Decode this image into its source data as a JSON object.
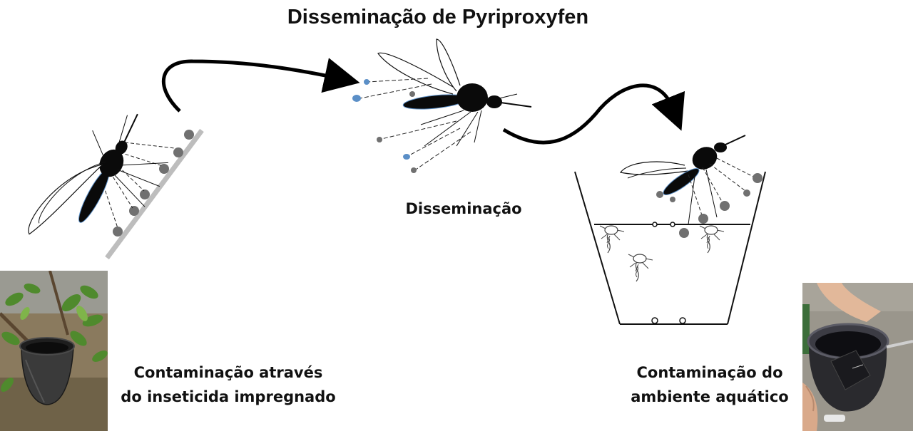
{
  "title": "Disseminação de Pyriproxyfen",
  "labels": {
    "dissemination": "Disseminação",
    "contamination_left_line1": "Contaminação através",
    "contamination_left_line2": "do inseticida impregnado",
    "contamination_right_line1": "Contaminação do",
    "contamination_right_line2": "ambiente aquático"
  },
  "colors": {
    "mosquito": "#0a0a0a",
    "particle_gray": "#707070",
    "particle_blue": "#5b8fc7",
    "surface": "#bdbdbd",
    "arrow": "#000000"
  },
  "icons": {
    "mosquito": "mosquito-icon",
    "larva": "larva-icon"
  }
}
